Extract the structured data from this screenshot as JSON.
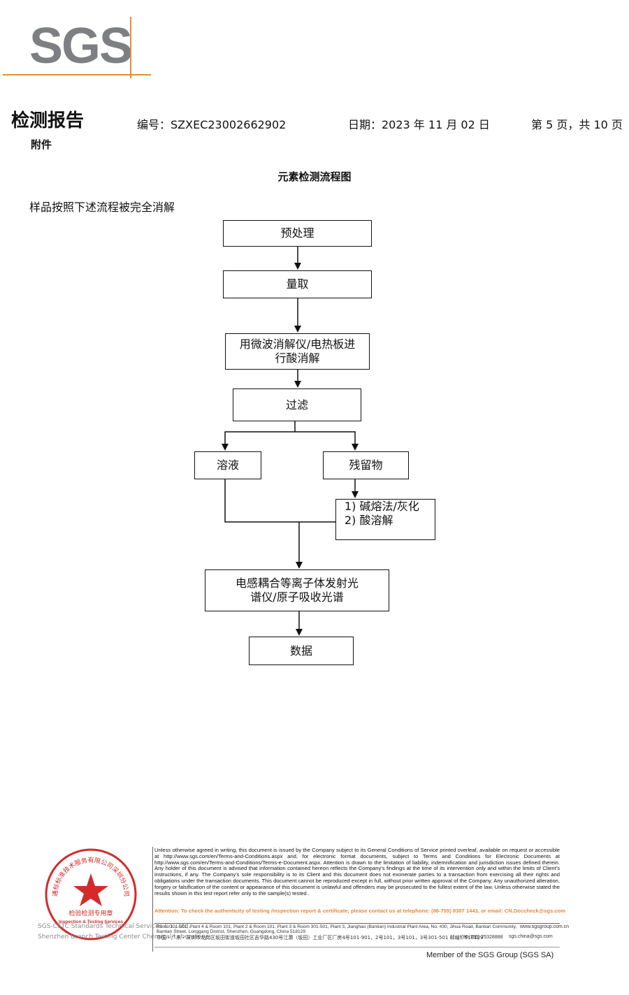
{
  "logo": {
    "text": "SGS"
  },
  "header": {
    "title": "检测报告",
    "report_no": "编号：SZXEC23002662902",
    "date": "日期：2023 年 11 月 02 日",
    "page": "第 5 页，共 10 页",
    "annex": "附件"
  },
  "section_title": "元素检测流程图",
  "intro": "样品按照下述流程被完全消解",
  "flowchart": {
    "pretreatment": "预处理",
    "weigh": "量取",
    "digest_line1": "用微波消解仪/电热板进",
    "digest_line2": "行酸消解",
    "filter": "过滤",
    "solution": "溶液",
    "residue": "残留物",
    "residue_step1": "1) 碱熔法/灰化",
    "residue_step2": "2) 酸溶解",
    "analysis_line1": "电感耦合等离子体发射光",
    "analysis_line2": "谱仪/原子吸收光谱",
    "data": "数据"
  },
  "footer": {
    "lab_en1": "SGS-CSTC Standards Technical Services Co., Ltd.",
    "lab_en2": "Shenzhen Branch Testing Center Chemical Laboratory",
    "disclaimer": "Unless otherwise agreed in writing, this document is issued by the Company subject to its General Conditions of Service printed overleaf, available on request or accessible at http://www.sgs.com/en/Terms-and-Conditions.aspx and, for electronic format documents, subject to Terms and Conditions for Electronic Documents at http://www.sgs.com/en/Terms-and-Conditions/Terms-e-Document.aspx. Attention is drawn to the limitation of liability, indemnification and jurisdiction issues defined therein. Any holder of this document is advised that information contained hereon reflects the Company's findings at the time of its intervention only and within the limits of Client's instructions, if any. The Company's sole responsibility is to its Client and this document does not exonerate parties to a transaction from exercising all their rights and obligations under the transaction documents. This document cannot be reproduced except in full, without prior written approval of the Company. Any unauthorized alteration, forgery or falsification of the content or appearance of this document is unlawful and offenders may be prosecuted to the fullest extent of the law. Unless otherwise stated the results shown in this test report refer only to the sample(s) tested .",
    "attention": "Attention: To check the authenticity of testing /inspection report & certificate, please contact us at telephone: (86-755) 8307 1443, or email: CN.Doccheck@sgs.com",
    "address_en": "Room 101-901, Plant 4 & Room 101, Plant 2 & Room 101, Plant 3 & Room 301-501, Plant 3, Jianghao (Bantian) Industrial Plant Area, No. 430, Jihua Road, Bantian Community, Bantian Street, Longgang District, Shenzhen, Guangdong, China 518129",
    "website": "www.sgsgroup.com.cn",
    "address_cn": "中国・广东・深圳市龙岗区坂田街道坂田社区吉华路430号江灏（坂田）工业厂区厂房4号101-901，2号101，3号101，3号301-501 邮编：518129",
    "phone": "t(86-755) 25328888",
    "email": "sgs.china@sgs.com",
    "member": "Member of the SGS Group (SGS SA)",
    "stamp_cn_top": "通标标准技术服务有限公司深圳分公司",
    "stamp_cn_mid": "检验检测专用章",
    "stamp_en_mid": "Inspection & Testing Services"
  },
  "colors": {
    "logo_gray": "#7d7f82",
    "logo_orange": "#e58a3a",
    "stamp_red": "#d42a2a",
    "attention_orange": "#e58a3a"
  }
}
